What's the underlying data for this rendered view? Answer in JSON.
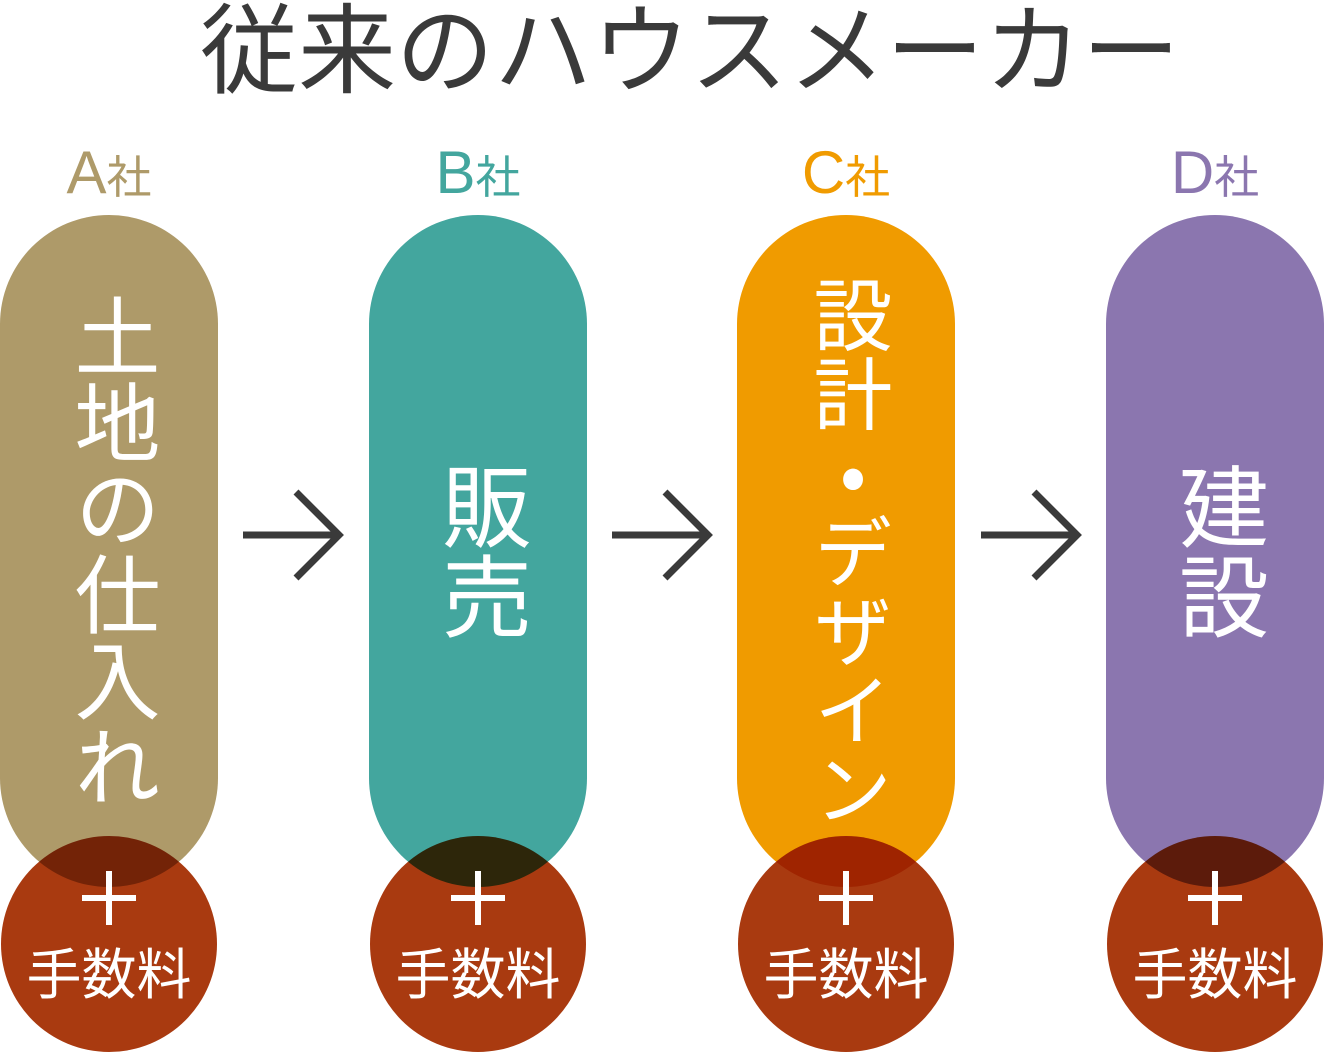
{
  "title": "従来のハウスメーカー",
  "title_color": "#3a3a3a",
  "arrow_color": "#3a3a3a",
  "background": "#ffffff",
  "columns": [
    {
      "company": "A",
      "suffix": "社",
      "role": "土地の仕入れ",
      "color": "#ae9a69"
    },
    {
      "company": "B",
      "suffix": "社",
      "role": "販売",
      "color": "#43a69e"
    },
    {
      "company": "C",
      "suffix": "社",
      "role": "設計・デザイン",
      "color": "#f09b00"
    },
    {
      "company": "D",
      "suffix": "社",
      "role": "建設",
      "color": "#8b76af"
    }
  ],
  "fee": {
    "plus": "＋",
    "label": "手数料",
    "color": "#a93a10"
  }
}
